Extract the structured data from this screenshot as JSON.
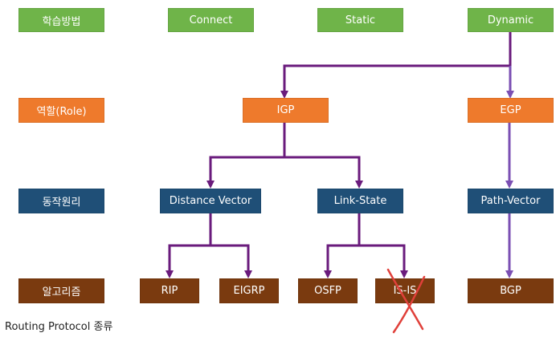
{
  "colors": {
    "learning": "#6fb449",
    "role": "#ee7a2c",
    "operation": "#1f4f77",
    "algorithm": "#7a3a0f",
    "connector_main": "#6a1b7c",
    "connector_light": "#7b4fb3",
    "cross": "#e0403a"
  },
  "labels": {
    "learning_method": "학습방법",
    "role": "역할(Role)",
    "operating_principle": "동작원리",
    "algorithm": "알고리즘"
  },
  "learning_methods": {
    "connect": "Connect",
    "static": "Static",
    "dynamic": "Dynamic"
  },
  "roles": {
    "igp": "IGP",
    "egp": "EGP"
  },
  "principles": {
    "distance_vector": "Distance Vector",
    "link_state": "Link-State",
    "path_vector": "Path-Vector"
  },
  "algorithms": {
    "rip": "RIP",
    "eigrp": "EIGRP",
    "ospf": "OSFP",
    "isis": "IS-IS",
    "bgp": "BGP"
  },
  "caption": "Routing Protocol 종류"
}
